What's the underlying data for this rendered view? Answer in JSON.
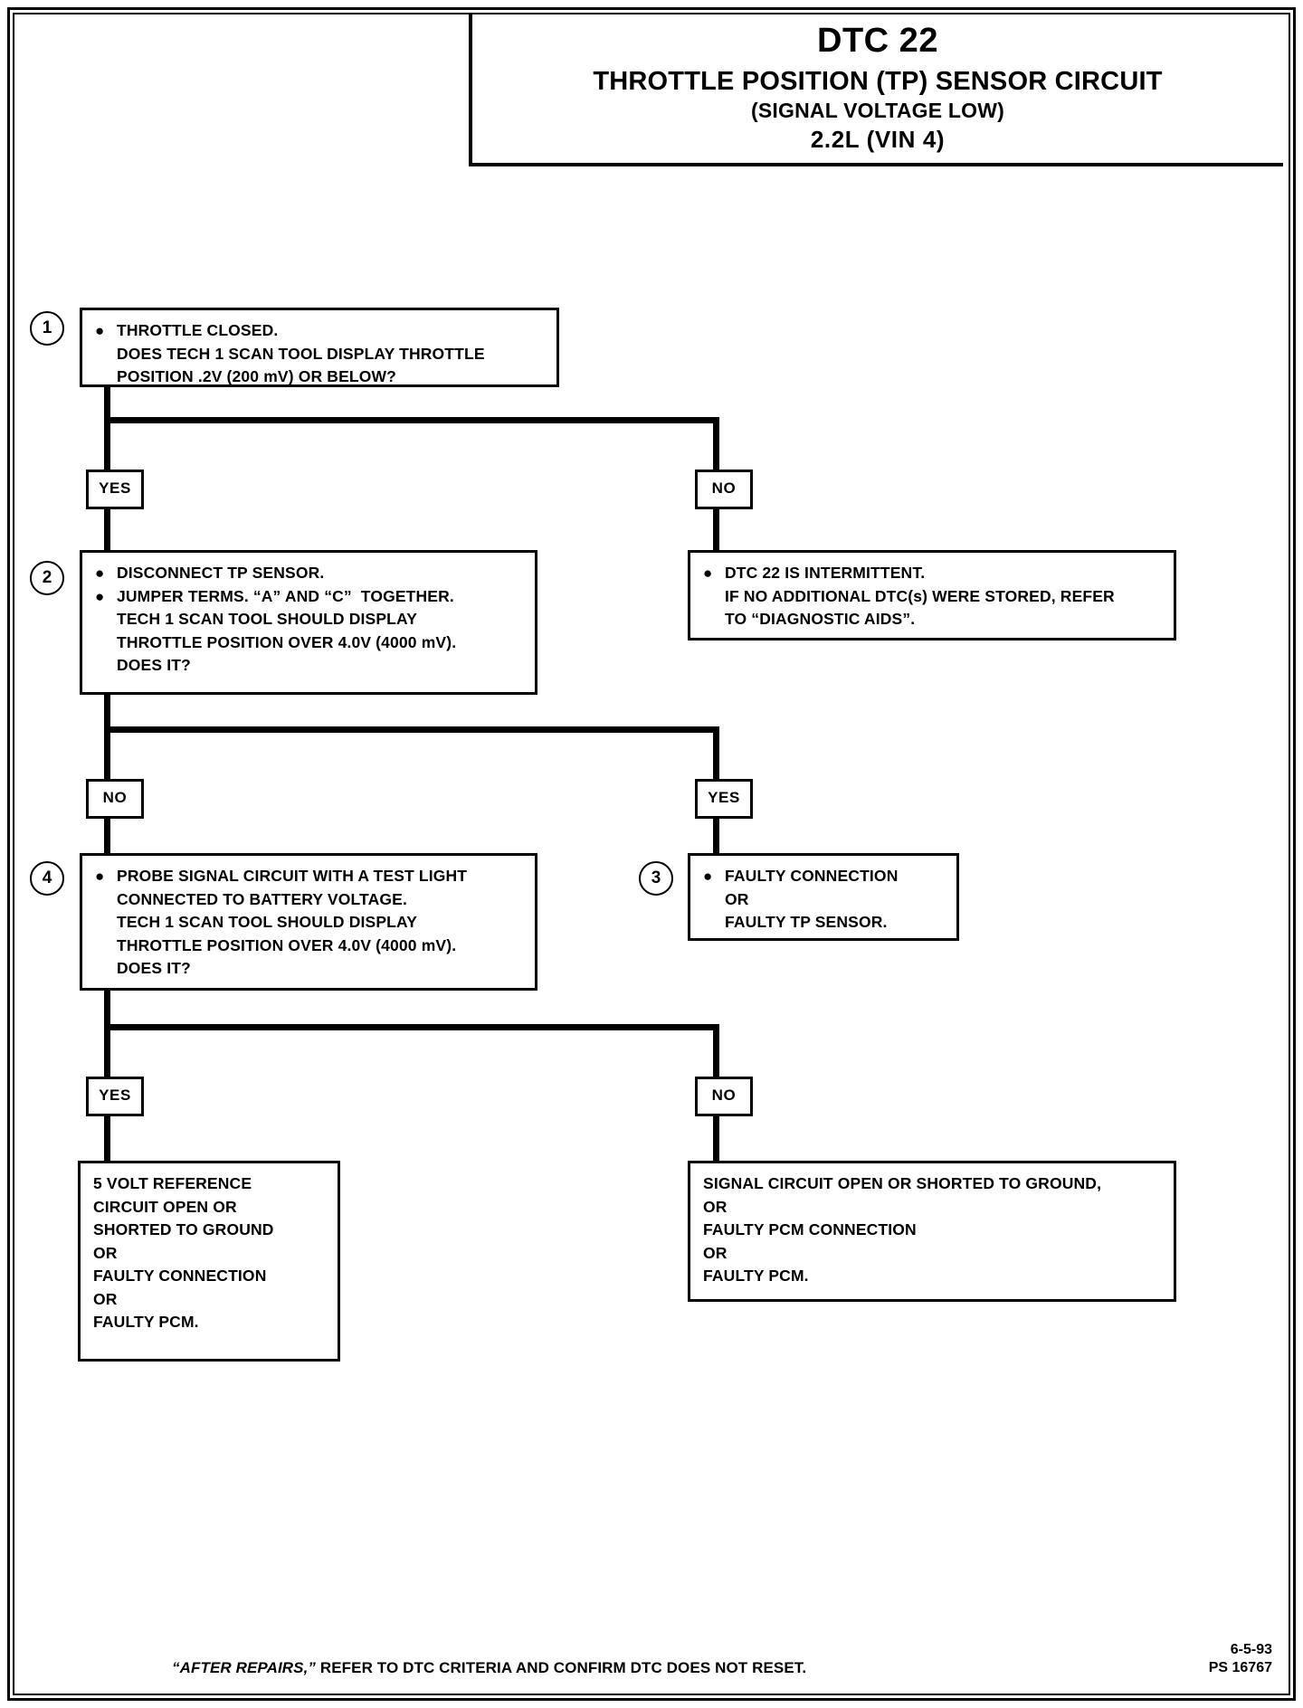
{
  "title": {
    "dtc": "DTC 22",
    "main": "THROTTLE POSITION (TP) SENSOR CIRCUIT",
    "sub": "(SIGNAL VOLTAGE LOW)",
    "engine": "2.2L  (VIN 4)"
  },
  "steps": {
    "step1": {
      "number": "1",
      "lines": [
        "THROTTLE CLOSED.",
        "DOES TECH 1 SCAN TOOL DISPLAY THROTTLE",
        "POSITION .2V (200 mV) OR BELOW?"
      ]
    },
    "step2": {
      "number": "2",
      "lines": [
        "DISCONNECT TP SENSOR.",
        "JUMPER TERMS. “A” AND “C”  TOGETHER.",
        "TECH 1 SCAN TOOL SHOULD DISPLAY",
        "THROTTLE POSITION OVER 4.0V (4000 mV).",
        "DOES IT?"
      ]
    },
    "step3": {
      "number": "3",
      "lines": [
        "FAULTY CONNECTION",
        "OR",
        "FAULTY TP SENSOR."
      ]
    },
    "step4": {
      "number": "4",
      "lines": [
        "PROBE SIGNAL CIRCUIT WITH A TEST LIGHT",
        "CONNECTED TO BATTERY VOLTAGE.",
        "TECH 1 SCAN TOOL SHOULD DISPLAY",
        "THROTTLE POSITION OVER 4.0V (4000 mV).",
        "DOES IT?"
      ]
    },
    "intermittent": {
      "lines": [
        "DTC 22 IS INTERMITTENT.",
        "IF NO ADDITIONAL DTC(s) WERE STORED, REFER",
        "TO “DIAGNOSTIC AIDS”."
      ]
    },
    "result_left": {
      "lines": [
        "5 VOLT REFERENCE",
        "CIRCUIT OPEN OR",
        "SHORTED TO GROUND",
        "OR",
        "FAULTY CONNECTION",
        "OR",
        "FAULTY PCM."
      ]
    },
    "result_right": {
      "lines": [
        "SIGNAL CIRCUIT OPEN OR SHORTED TO GROUND,",
        "OR",
        "FAULTY PCM CONNECTION",
        "OR",
        "FAULTY PCM."
      ]
    }
  },
  "branches": {
    "b1_yes": "YES",
    "b1_no": "NO",
    "b2_no": "NO",
    "b2_yes": "YES",
    "b4_yes": "YES",
    "b4_no": "NO"
  },
  "footer": {
    "note_italic": "“AFTER REPAIRS,”",
    "note_rest": " REFER TO DTC CRITERIA AND CONFIRM DTC DOES NOT RESET.",
    "date": "6-5-93",
    "doc_id": "PS 16767"
  },
  "colors": {
    "ink": "#000000",
    "paper": "#ffffff"
  }
}
